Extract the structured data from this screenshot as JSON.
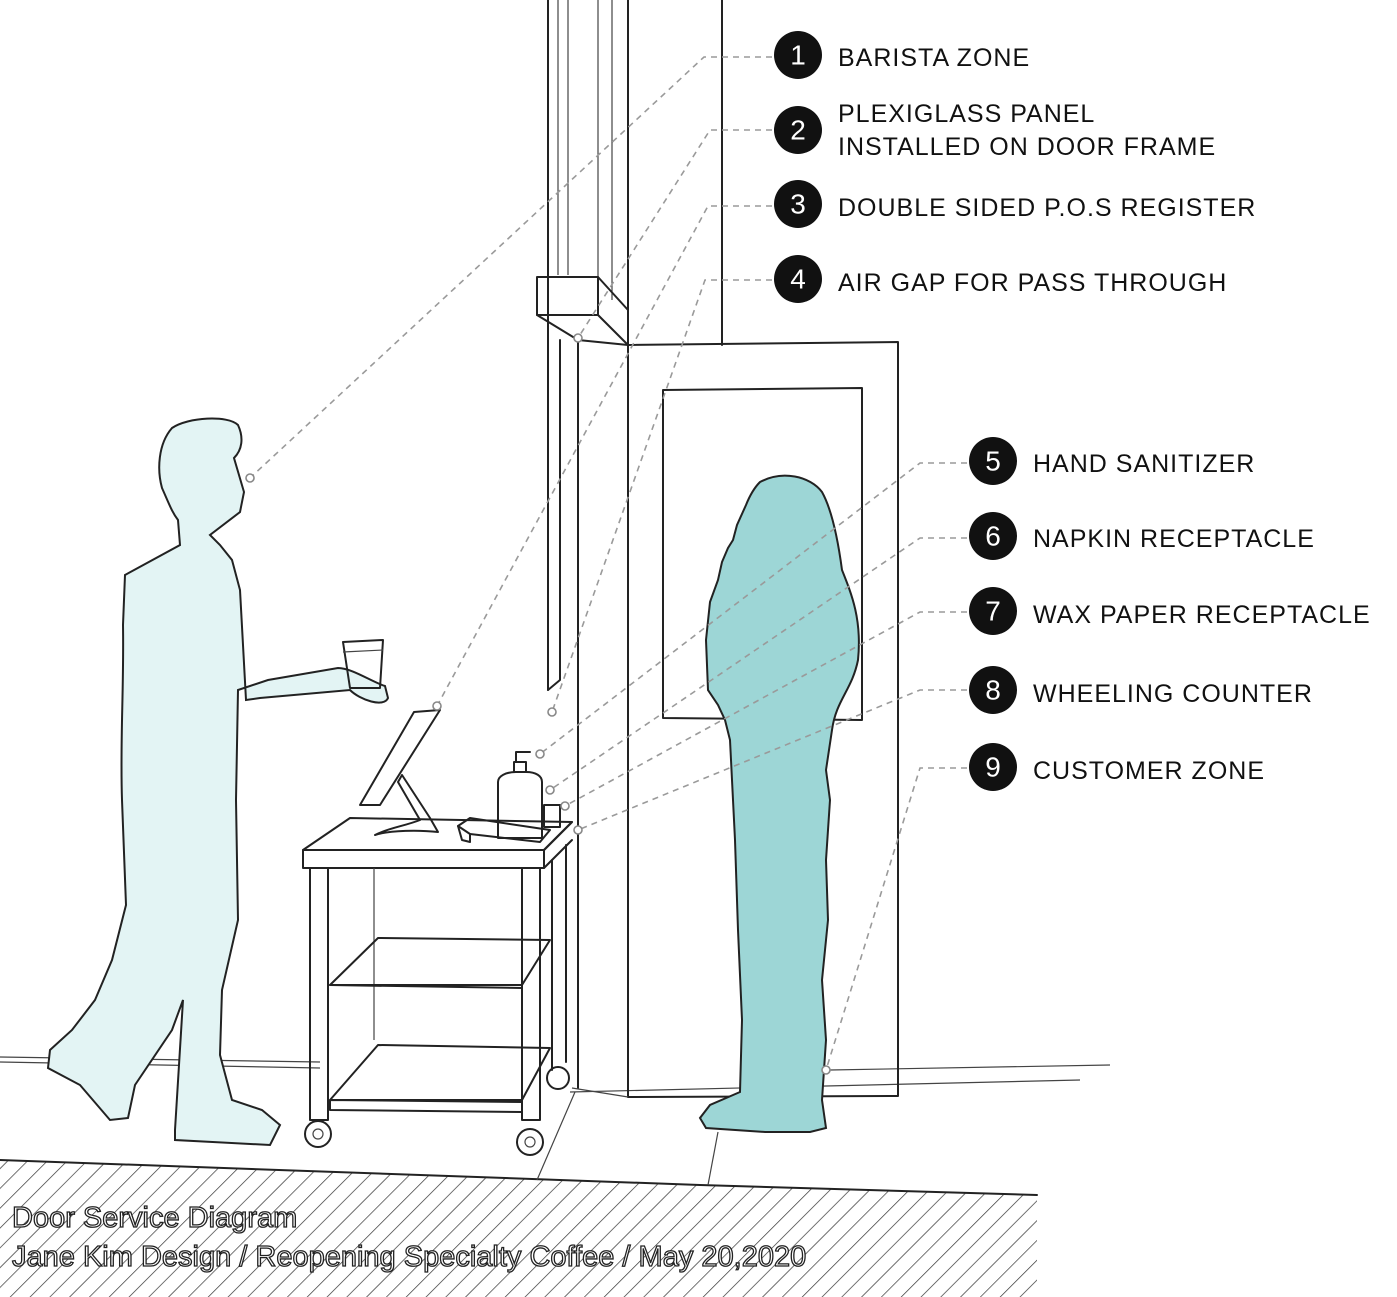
{
  "callouts": [
    {
      "number": "1",
      "lines": [
        "BARISTA ZONE"
      ]
    },
    {
      "number": "2",
      "lines": [
        "PLEXIGLASS PANEL",
        "INSTALLED ON DOOR FRAME"
      ]
    },
    {
      "number": "3",
      "lines": [
        "DOUBLE SIDED P.O.S REGISTER"
      ]
    },
    {
      "number": "4",
      "lines": [
        "AIR GAP FOR PASS THROUGH"
      ]
    },
    {
      "number": "5",
      "lines": [
        "HAND SANITIZER"
      ]
    },
    {
      "number": "6",
      "lines": [
        "NAPKIN RECEPTACLE"
      ]
    },
    {
      "number": "7",
      "lines": [
        "WAX PAPER RECEPTACLE"
      ]
    },
    {
      "number": "8",
      "lines": [
        "WHEELING COUNTER"
      ]
    },
    {
      "number": "9",
      "lines": [
        "CUSTOMER ZONE"
      ]
    }
  ],
  "caption": {
    "title": "Door Service Diagram",
    "subtitle": "Jane Kim Design / Reopening Specialty Coffee / May 20,2020"
  },
  "colors": {
    "barista_fill": "#e3f4f4",
    "customer_fill": "#9dd6d6",
    "badge": "#111111",
    "leader": "#9a9a9a",
    "ink": "#222222"
  },
  "icons": {
    "barista": "person-silhouette-icon",
    "customer": "person-silhouette-icon",
    "register": "pos-tablet-icon",
    "sanitizer": "pump-bottle-icon"
  }
}
